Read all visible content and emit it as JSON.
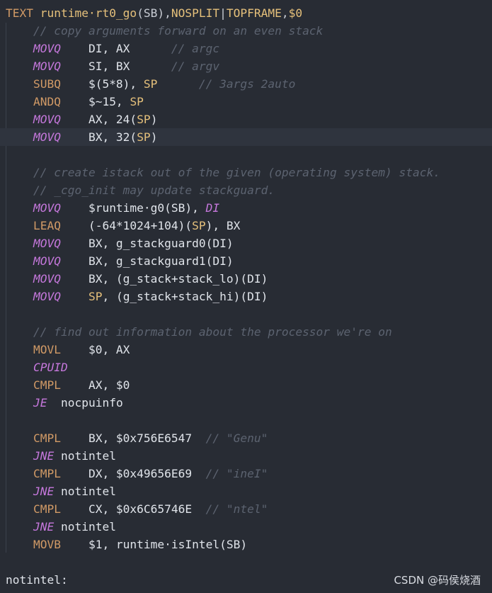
{
  "lines": [
    {
      "hl": false,
      "tokens": [
        [
          "dir",
          "TEXT "
        ],
        [
          "sym",
          "runtime·rt0_go"
        ],
        [
          "punc",
          "(SB),"
        ],
        [
          "sym",
          "NOSPLIT"
        ],
        [
          "punc",
          "|"
        ],
        [
          "sym",
          "TOPFRAME"
        ],
        [
          "punc",
          ","
        ],
        [
          "sym",
          "$0"
        ]
      ]
    },
    {
      "hl": false,
      "tokens": [
        [
          "plain",
          "    "
        ],
        [
          "cmt",
          "// copy arguments forward on an even stack"
        ]
      ]
    },
    {
      "hl": false,
      "tokens": [
        [
          "plain",
          "    "
        ],
        [
          "opi",
          "MOVQ"
        ],
        [
          "plain",
          "    "
        ],
        [
          "reg",
          "DI, AX"
        ],
        [
          "plain",
          "      "
        ],
        [
          "cmt",
          "// argc"
        ]
      ]
    },
    {
      "hl": false,
      "tokens": [
        [
          "plain",
          "    "
        ],
        [
          "opi",
          "MOVQ"
        ],
        [
          "plain",
          "    "
        ],
        [
          "reg",
          "SI, BX"
        ],
        [
          "plain",
          "      "
        ],
        [
          "cmt",
          "// argv"
        ]
      ]
    },
    {
      "hl": false,
      "tokens": [
        [
          "plain",
          "    "
        ],
        [
          "op",
          "SUBQ"
        ],
        [
          "plain",
          "    "
        ],
        [
          "reg",
          "$(5*8), "
        ],
        [
          "sp",
          "SP"
        ],
        [
          "plain",
          "      "
        ],
        [
          "cmt",
          "// 3args 2auto"
        ]
      ]
    },
    {
      "hl": false,
      "tokens": [
        [
          "plain",
          "    "
        ],
        [
          "op",
          "ANDQ"
        ],
        [
          "plain",
          "    "
        ],
        [
          "reg",
          "$~15, "
        ],
        [
          "sp",
          "SP"
        ]
      ]
    },
    {
      "hl": false,
      "tokens": [
        [
          "plain",
          "    "
        ],
        [
          "opi",
          "MOVQ"
        ],
        [
          "plain",
          "    "
        ],
        [
          "reg",
          "AX, 24("
        ],
        [
          "sp",
          "SP"
        ],
        [
          "reg",
          ")"
        ]
      ]
    },
    {
      "hl": true,
      "tokens": [
        [
          "plain",
          "    "
        ],
        [
          "opi",
          "MOVQ"
        ],
        [
          "plain",
          "    "
        ],
        [
          "reg",
          "BX, 32("
        ],
        [
          "sp",
          "SP"
        ],
        [
          "reg",
          ")"
        ]
      ]
    },
    {
      "hl": false,
      "tokens": [
        [
          "plain",
          " "
        ]
      ]
    },
    {
      "hl": false,
      "tokens": [
        [
          "plain",
          "    "
        ],
        [
          "cmt",
          "// create istack out of the given (operating system) stack."
        ]
      ]
    },
    {
      "hl": false,
      "tokens": [
        [
          "plain",
          "    "
        ],
        [
          "cmt",
          "// _cgo_init may update stackguard."
        ]
      ]
    },
    {
      "hl": false,
      "tokens": [
        [
          "plain",
          "    "
        ],
        [
          "opi",
          "MOVQ"
        ],
        [
          "plain",
          "    "
        ],
        [
          "reg",
          "$runtime·g0(SB), "
        ],
        [
          "regi",
          "DI"
        ]
      ]
    },
    {
      "hl": false,
      "tokens": [
        [
          "plain",
          "    "
        ],
        [
          "op",
          "LEAQ"
        ],
        [
          "plain",
          "    "
        ],
        [
          "reg",
          "(-64*1024+104)("
        ],
        [
          "sp",
          "SP"
        ],
        [
          "reg",
          "), BX"
        ]
      ]
    },
    {
      "hl": false,
      "tokens": [
        [
          "plain",
          "    "
        ],
        [
          "opi",
          "MOVQ"
        ],
        [
          "plain",
          "    "
        ],
        [
          "reg",
          "BX, g_stackguard0(DI)"
        ]
      ]
    },
    {
      "hl": false,
      "tokens": [
        [
          "plain",
          "    "
        ],
        [
          "opi",
          "MOVQ"
        ],
        [
          "plain",
          "    "
        ],
        [
          "reg",
          "BX, g_stackguard1(DI)"
        ]
      ]
    },
    {
      "hl": false,
      "tokens": [
        [
          "plain",
          "    "
        ],
        [
          "opi",
          "MOVQ"
        ],
        [
          "plain",
          "    "
        ],
        [
          "reg",
          "BX, (g_stack+stack_lo)(DI)"
        ]
      ]
    },
    {
      "hl": false,
      "tokens": [
        [
          "plain",
          "    "
        ],
        [
          "opi",
          "MOVQ"
        ],
        [
          "plain",
          "    "
        ],
        [
          "sp",
          "SP"
        ],
        [
          "reg",
          ", (g_stack+stack_hi)(DI)"
        ]
      ]
    },
    {
      "hl": false,
      "tokens": [
        [
          "plain",
          " "
        ]
      ]
    },
    {
      "hl": false,
      "tokens": [
        [
          "plain",
          "    "
        ],
        [
          "cmt",
          "// find out information about the processor we're on"
        ]
      ]
    },
    {
      "hl": false,
      "tokens": [
        [
          "plain",
          "    "
        ],
        [
          "op",
          "MOVL"
        ],
        [
          "plain",
          "    "
        ],
        [
          "reg",
          "$0, AX"
        ]
      ]
    },
    {
      "hl": false,
      "tokens": [
        [
          "plain",
          "    "
        ],
        [
          "opi",
          "CPUID"
        ]
      ]
    },
    {
      "hl": false,
      "tokens": [
        [
          "plain",
          "    "
        ],
        [
          "op",
          "CMPL"
        ],
        [
          "plain",
          "    "
        ],
        [
          "reg",
          "AX, $0"
        ]
      ]
    },
    {
      "hl": false,
      "tokens": [
        [
          "plain",
          "    "
        ],
        [
          "opi",
          "JE"
        ],
        [
          "plain",
          "  "
        ],
        [
          "reg",
          "nocpuinfo"
        ]
      ]
    },
    {
      "hl": false,
      "tokens": [
        [
          "plain",
          " "
        ]
      ]
    },
    {
      "hl": false,
      "tokens": [
        [
          "plain",
          "    "
        ],
        [
          "op",
          "CMPL"
        ],
        [
          "plain",
          "    "
        ],
        [
          "reg",
          "BX, $0x756E6547"
        ],
        [
          "plain",
          "  "
        ],
        [
          "cmt",
          "// \"Genu\""
        ]
      ]
    },
    {
      "hl": false,
      "tokens": [
        [
          "plain",
          "    "
        ],
        [
          "opi",
          "JNE"
        ],
        [
          "plain",
          " "
        ],
        [
          "reg",
          "notintel"
        ]
      ]
    },
    {
      "hl": false,
      "tokens": [
        [
          "plain",
          "    "
        ],
        [
          "op",
          "CMPL"
        ],
        [
          "plain",
          "    "
        ],
        [
          "reg",
          "DX, $0x49656E69"
        ],
        [
          "plain",
          "  "
        ],
        [
          "cmt",
          "// \"ineI\""
        ]
      ]
    },
    {
      "hl": false,
      "tokens": [
        [
          "plain",
          "    "
        ],
        [
          "opi",
          "JNE"
        ],
        [
          "plain",
          " "
        ],
        [
          "reg",
          "notintel"
        ]
      ]
    },
    {
      "hl": false,
      "tokens": [
        [
          "plain",
          "    "
        ],
        [
          "op",
          "CMPL"
        ],
        [
          "plain",
          "    "
        ],
        [
          "reg",
          "CX, $0x6C65746E"
        ],
        [
          "plain",
          "  "
        ],
        [
          "cmt",
          "// \"ntel\""
        ]
      ]
    },
    {
      "hl": false,
      "tokens": [
        [
          "plain",
          "    "
        ],
        [
          "opi",
          "JNE"
        ],
        [
          "plain",
          " "
        ],
        [
          "reg",
          "notintel"
        ]
      ]
    },
    {
      "hl": false,
      "tokens": [
        [
          "plain",
          "    "
        ],
        [
          "op",
          "MOVB"
        ],
        [
          "plain",
          "    "
        ],
        [
          "reg",
          "$1, runtime·isIntel(SB)"
        ]
      ]
    },
    {
      "hl": false,
      "tokens": [
        [
          "plain",
          " "
        ]
      ]
    },
    {
      "hl": false,
      "tokens": [
        [
          "lbl",
          "notintel:"
        ]
      ]
    }
  ],
  "watermark": "CSDN @码侯烧酒"
}
